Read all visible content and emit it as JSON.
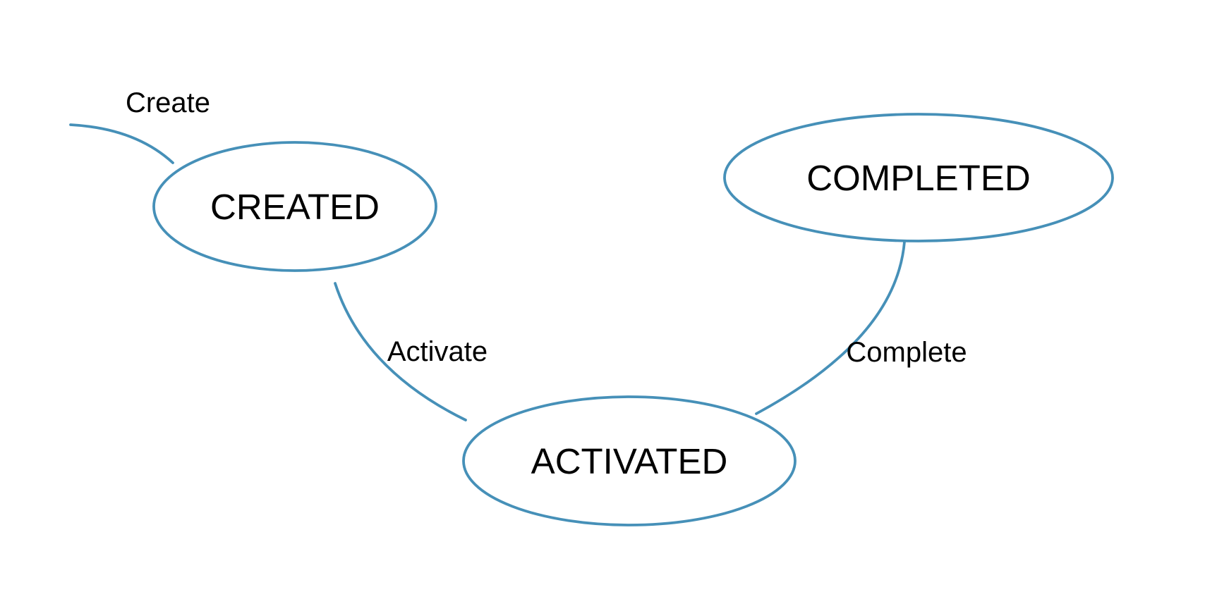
{
  "diagram": {
    "type": "state-diagram",
    "colors": {
      "node_stroke": "#4690B8",
      "edge_stroke": "#4690B8",
      "label_text": "#000000",
      "background": "#FFFFFF"
    },
    "states": [
      {
        "label": "CREATED"
      },
      {
        "label": "ACTIVATED"
      },
      {
        "label": "COMPLETED"
      }
    ],
    "transitions": [
      {
        "label": "Create",
        "connects": [
          "(start)",
          "CREATED"
        ]
      },
      {
        "label": "Activate",
        "connects": [
          "CREATED",
          "ACTIVATED"
        ]
      },
      {
        "label": "Complete",
        "connects": [
          "COMPLETED",
          "ACTIVATED"
        ]
      }
    ]
  }
}
